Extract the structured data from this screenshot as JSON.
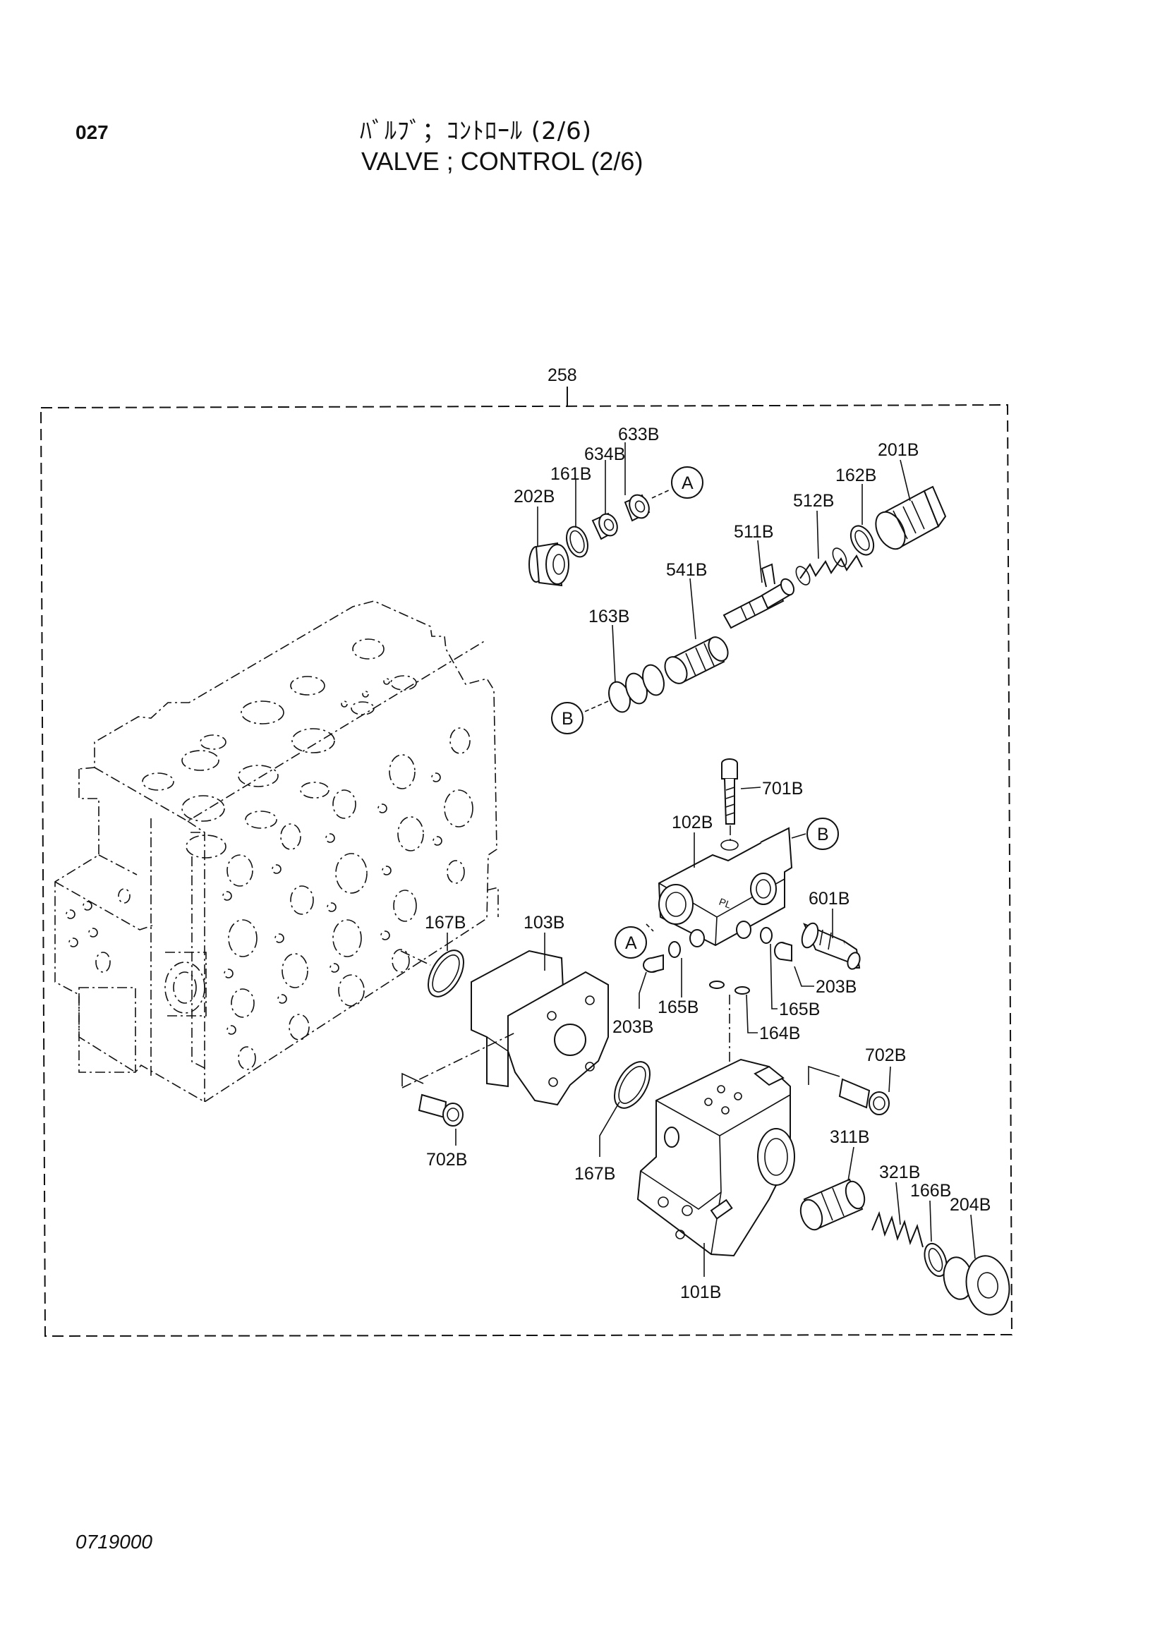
{
  "header": {
    "page_number": "027",
    "title_jp": "ﾊﾞﾙﾌﾞ；ｺﾝﾄﾛｰﾙ (2/6)",
    "title_en": "VALVE ; CONTROL (2/6)"
  },
  "footer": {
    "doc_code": "0719000"
  },
  "callouts": {
    "ref_a": "A",
    "ref_b": "B"
  },
  "parts": {
    "p258": "258",
    "p633b": "633B",
    "p634b": "634B",
    "p161b": "161B",
    "p202b": "202B",
    "p201b": "201B",
    "p162b": "162B",
    "p512b": "512B",
    "p511b": "511B",
    "p541b": "541B",
    "p163b": "163B",
    "p701b": "701B",
    "p102b": "102B",
    "p601b": "601B",
    "p167b_top": "167B",
    "p103b": "103B",
    "p203b_right": "203B",
    "p165b_right": "165B",
    "p165b_left": "165B",
    "p164b": "164B",
    "p203b_left": "203B",
    "p702b_right": "702B",
    "p702b_left": "702B",
    "p311b": "311B",
    "p321b": "321B",
    "p166b": "166B",
    "p204b": "204B",
    "p167b_bottom": "167B",
    "p101b": "101B"
  }
}
